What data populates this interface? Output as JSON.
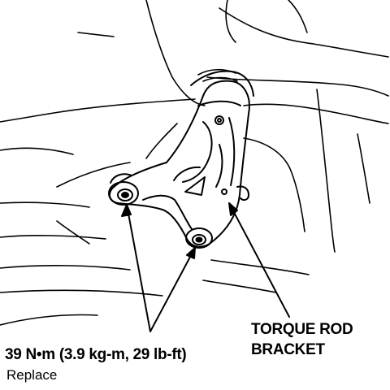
{
  "diagram": {
    "part_label": {
      "line1": "TORQUE ROD",
      "line2": "BRACKET"
    },
    "torque_spec": "39 N•m (3.9 kg-m, 29 lb-ft)",
    "note": "Replace"
  }
}
